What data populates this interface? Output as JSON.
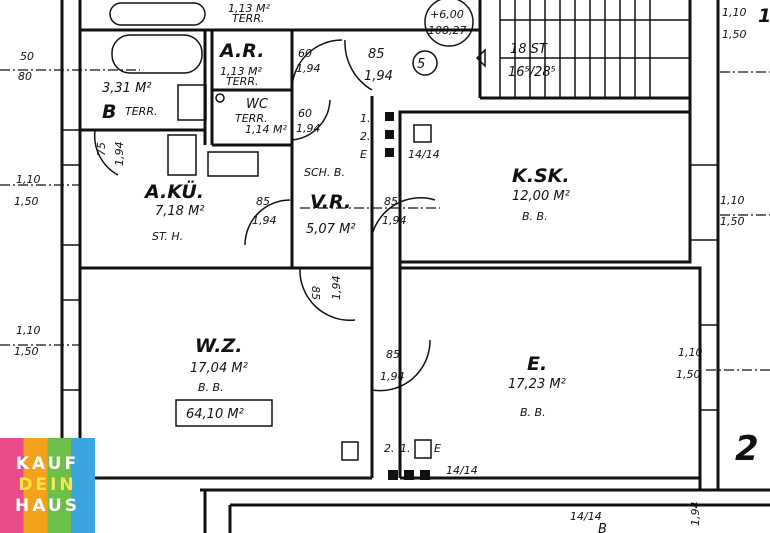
{
  "rooms": {
    "bath": {
      "name": "B",
      "area": "3,31 M²",
      "note": "TERR."
    },
    "storage": {
      "name": "A.R.",
      "area": "1,13 M²",
      "note": "TERR."
    },
    "storage_top": {
      "area": "1,13 M²",
      "note": "TERR."
    },
    "wc": {
      "name": "WC",
      "note": "TERR.",
      "area": "1,14 M²"
    },
    "kitchen": {
      "name": "A.KÜ.",
      "area": "7,18 M²",
      "note": "ST. H."
    },
    "hall": {
      "name": "V.R.",
      "area": "5,07 M²",
      "note": "SCH. B."
    },
    "bedroom_small": {
      "name": "K.SK.",
      "area": "12,00 M²",
      "note": "B. B."
    },
    "living": {
      "name": "W.Z.",
      "area": "17,04 M²",
      "note": "B. B.",
      "total": "64,10 M²"
    },
    "bedroom": {
      "name": "E.",
      "area": "17,23 M²",
      "note": "B. B."
    }
  },
  "doors": [
    {
      "w": "85",
      "h": "1,94"
    },
    {
      "w": "60",
      "h": "1,94"
    },
    {
      "w": "60",
      "h": "1,94"
    },
    {
      "w": "75",
      "h": "1,94"
    },
    {
      "w": "85",
      "h": "1,94"
    },
    {
      "w": "85",
      "h": "1,94"
    },
    {
      "w": "85",
      "h": "1,94"
    },
    {
      "w": "85",
      "h": "1,94"
    },
    {
      "w": "1,94",
      "h": ""
    }
  ],
  "windows": [
    {
      "w": "50",
      "h": "80"
    },
    {
      "w": "1,10",
      "h": "1,50"
    },
    {
      "w": "1,10",
      "h": "1,50"
    },
    {
      "w": "1,10",
      "h": "1,50"
    },
    {
      "w": "1,10",
      "h": "1,50"
    },
    {
      "w": "1,10",
      "h": "1,50"
    }
  ],
  "stairs": {
    "count": "18 ST",
    "ratio": "16⁵/28⁵"
  },
  "level": {
    "top": "+6,00",
    "bottom": "108,27"
  },
  "apartment_number": "5",
  "next_number": "2",
  "next_top": "1",
  "shafts": {
    "l1": "1.",
    "l2": "2.",
    "le": "E",
    "size": "14/14",
    "b_l1": "2.",
    "b_l2": "1.",
    "b_le": "E",
    "b_size": "14/14",
    "bb_size": "14/14",
    "bb_b": "B"
  },
  "logo": {
    "line1": "KAUF",
    "line2": "DEIN",
    "line3": "HAUS"
  }
}
